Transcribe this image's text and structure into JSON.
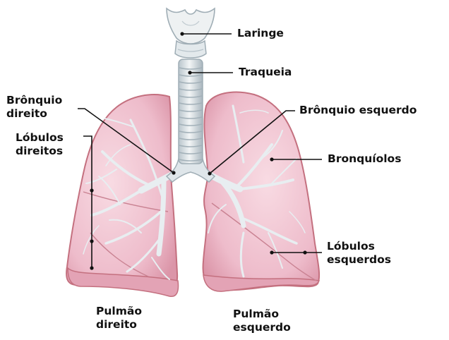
{
  "labels": {
    "laringe": "Laringe",
    "traqueia": "Traqueia",
    "bronquio_direito": [
      "Brônquio",
      "direito"
    ],
    "lobulos_direitos": [
      "Lóbulos",
      "direitos"
    ],
    "bronquio_esquerdo": "Brônquio esquerdo",
    "bronquiolos": "Bronquíolos",
    "lobulos_esquerdos": [
      "Lóbulos",
      "esquerdos"
    ],
    "pulmao_direito": [
      "Pulmão",
      "direito"
    ],
    "pulmao_esquerdo": [
      "Pulmão",
      "esquerdo"
    ]
  },
  "colors": {
    "lung_fill": "#eeb8c6",
    "lung_fill_light": "#f6d3dc",
    "lung_edge": "#c4707f",
    "lung_shadow": "#d98fa2",
    "airway_fill": "#dfe6ea",
    "airway_ring": "#aab7bf",
    "larynx_fill": "#eef1f2",
    "leader_line": "#111111",
    "label_text": "#111111",
    "background": "#ffffff"
  }
}
